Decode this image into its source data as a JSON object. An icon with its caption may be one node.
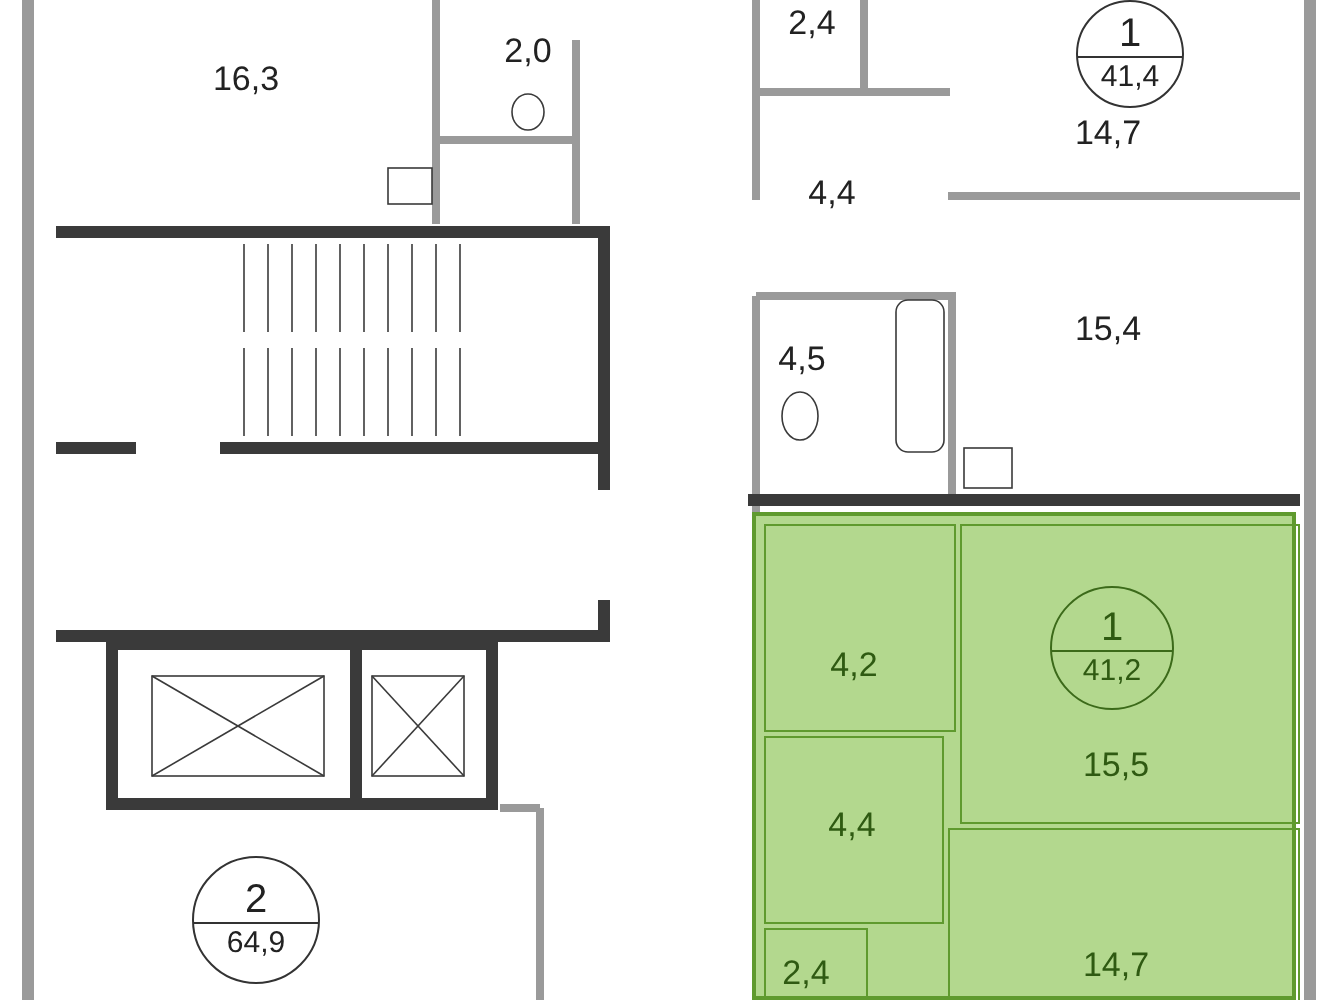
{
  "diagram": {
    "nodes": [
      {
        "text": [
          "16,3"
        ]
      },
      {
        "text": [
          "2,0"
        ]
      },
      {
        "text": [
          "2,4"
        ]
      },
      {
        "text": [
          "14,7"
        ]
      },
      {
        "text": [
          "1",
          "41,4"
        ],
        "in": 3
      },
      {
        "text": [
          "4,4"
        ]
      },
      {
        "text": [
          "15,4"
        ]
      },
      {
        "text": [
          "4,5"
        ]
      },
      {
        "text": [
          "2",
          "64,9"
        ]
      },
      {
        "text": [],
        "shape": "box"
      },
      {
        "text": [
          "4,2"
        ],
        "in": 9
      },
      {
        "text": [
          "15,5"
        ],
        "in": 9
      },
      {
        "text": [
          "1",
          "41,2"
        ],
        "in": 11
      },
      {
        "text": [
          "4,4"
        ],
        "in": 9
      },
      {
        "text": [
          "14,7"
        ],
        "in": 9
      },
      {
        "text": [
          "2,4"
        ],
        "in": 9
      }
    ]
  }
}
